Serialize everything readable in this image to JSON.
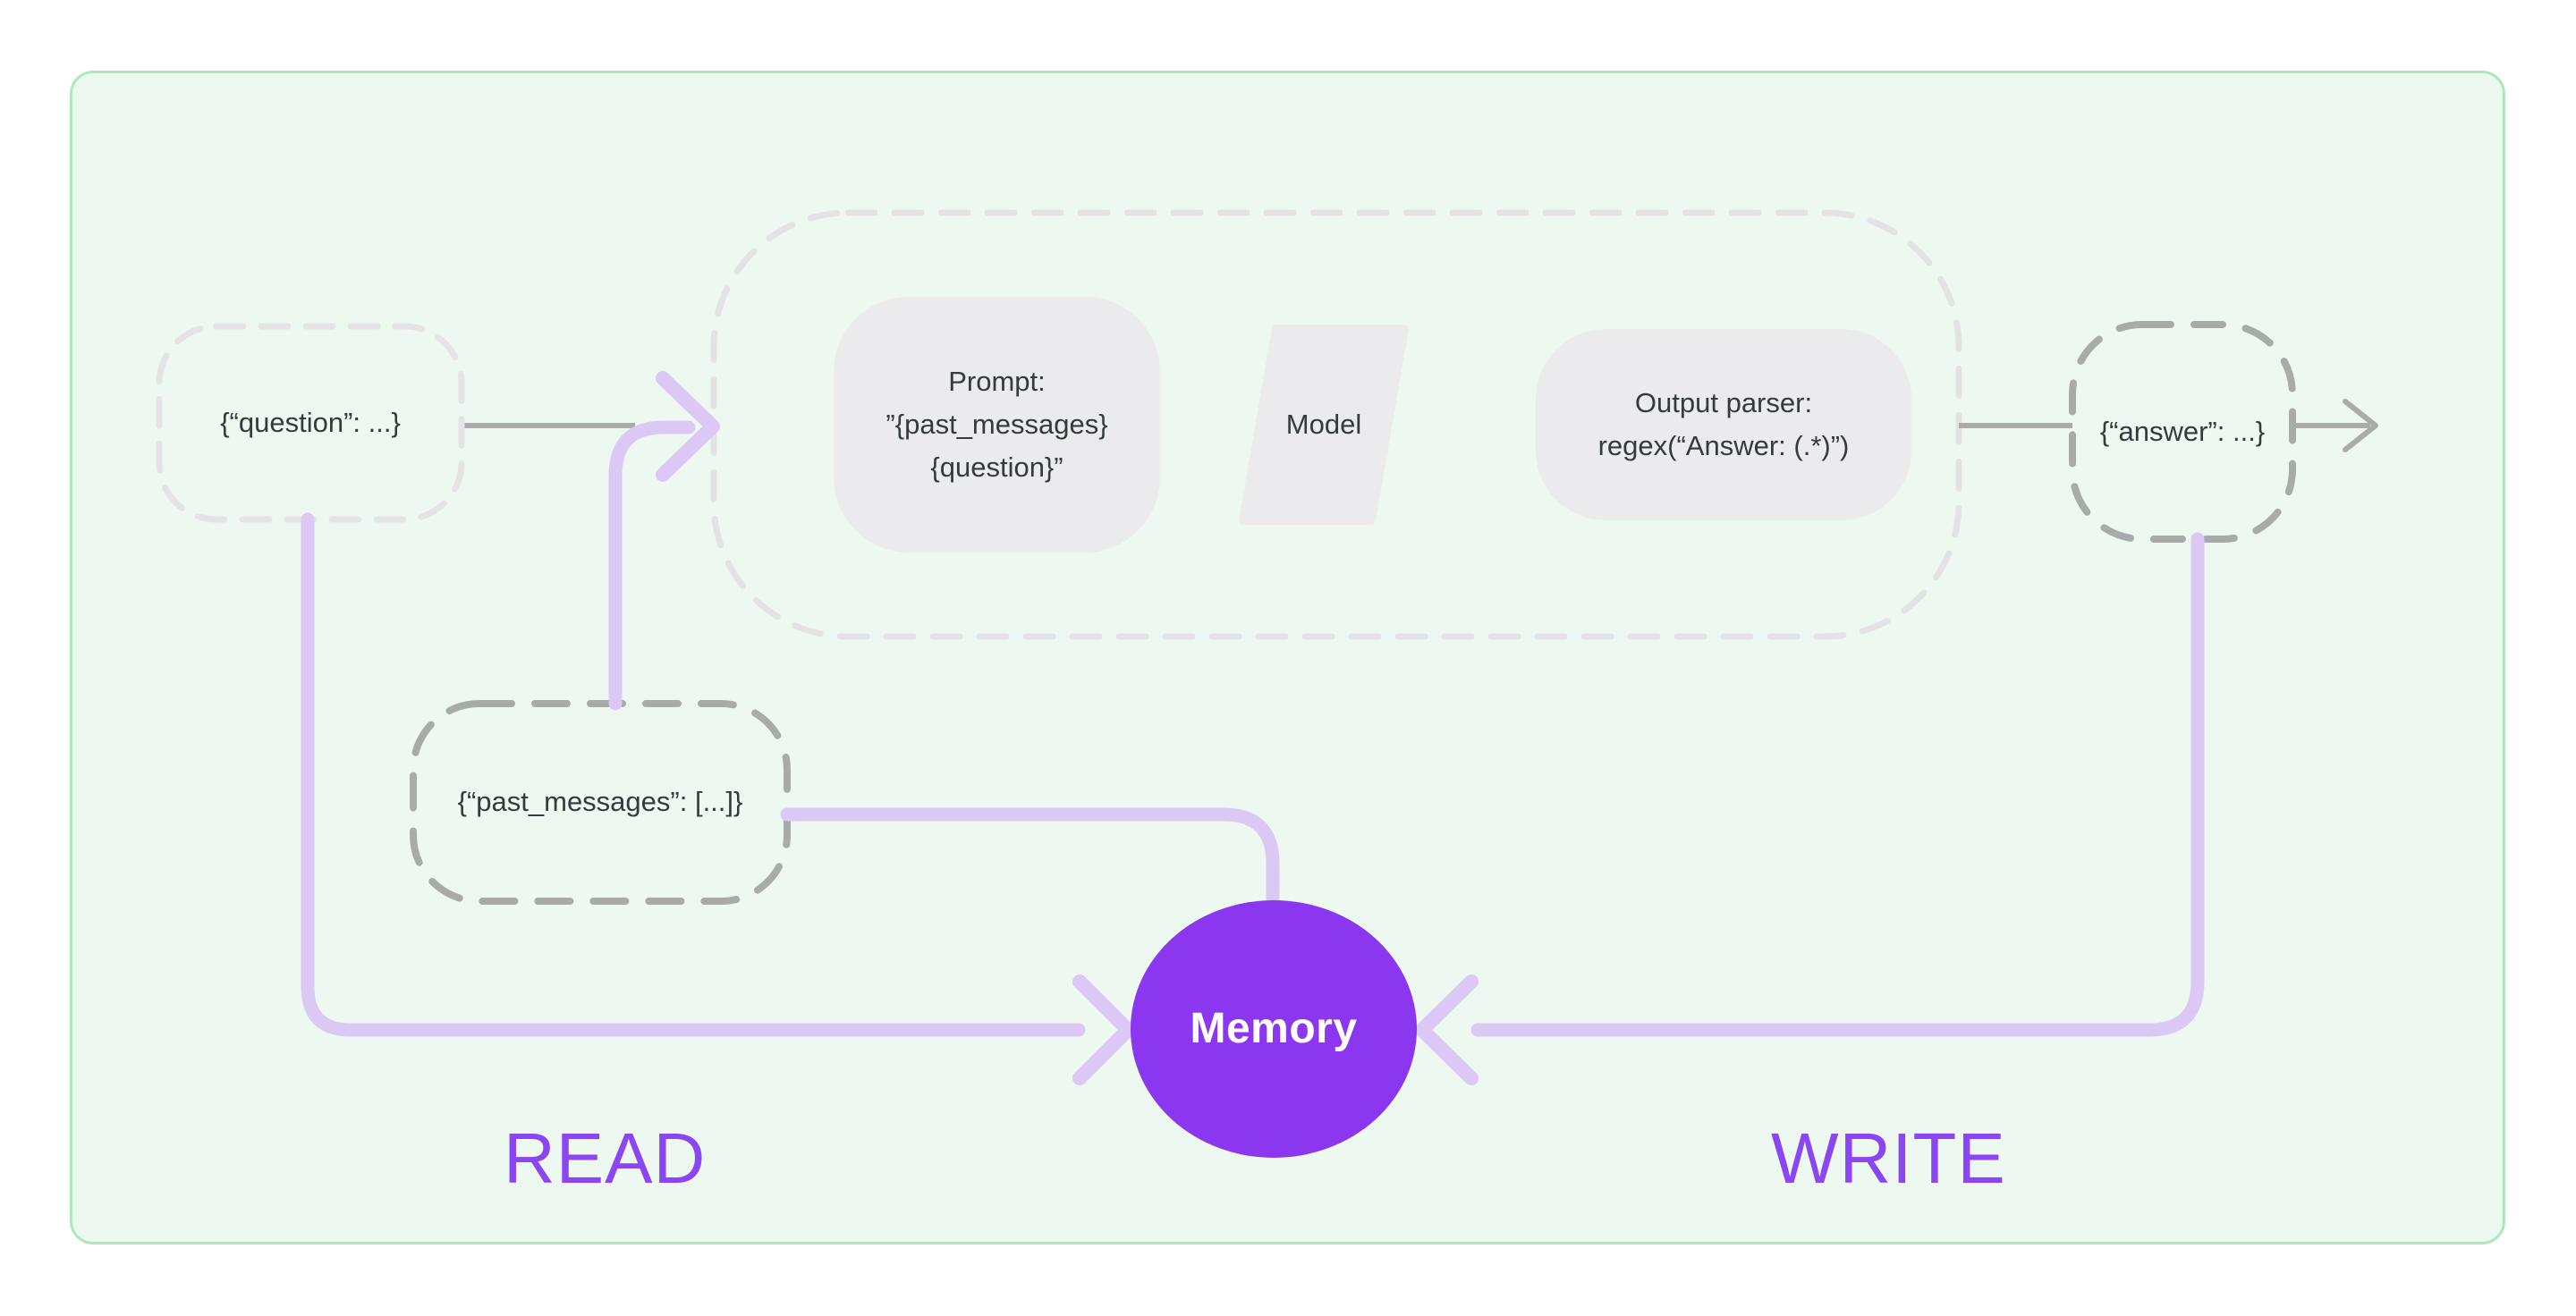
{
  "diagram": {
    "nodes": {
      "question": {
        "label": "{“question”: ...}"
      },
      "prompt": {
        "label": "Prompt:\n”{past_messages}\n{question}”"
      },
      "model": {
        "label": "Model"
      },
      "output_parser": {
        "label": "Output parser:\nregex(“Answer: (.*)”)"
      },
      "answer": {
        "label": "{“answer”: ...}"
      },
      "past_messages": {
        "label": "{“past_messages”: [...]}"
      },
      "memory": {
        "label": "Memory"
      }
    },
    "annotations": {
      "read": "READ",
      "write": "WRITE"
    },
    "colors": {
      "page_background": "#ffffff",
      "panel_background": "#edf9f0",
      "panel_border": "#abe9ba",
      "node_fill": "#ebebed",
      "node_text": "#343a3d",
      "dashed_light": "#e6e3e8",
      "dashed_chain": "#e4e2e6",
      "dashed_gray": "#a9abab",
      "connector_gray": "#ababab",
      "connector_purple": "#dcc8f5",
      "memory_fill": "#8b36ef",
      "memory_text": "#ffffff",
      "read_write_text": "#8b45f3"
    }
  }
}
